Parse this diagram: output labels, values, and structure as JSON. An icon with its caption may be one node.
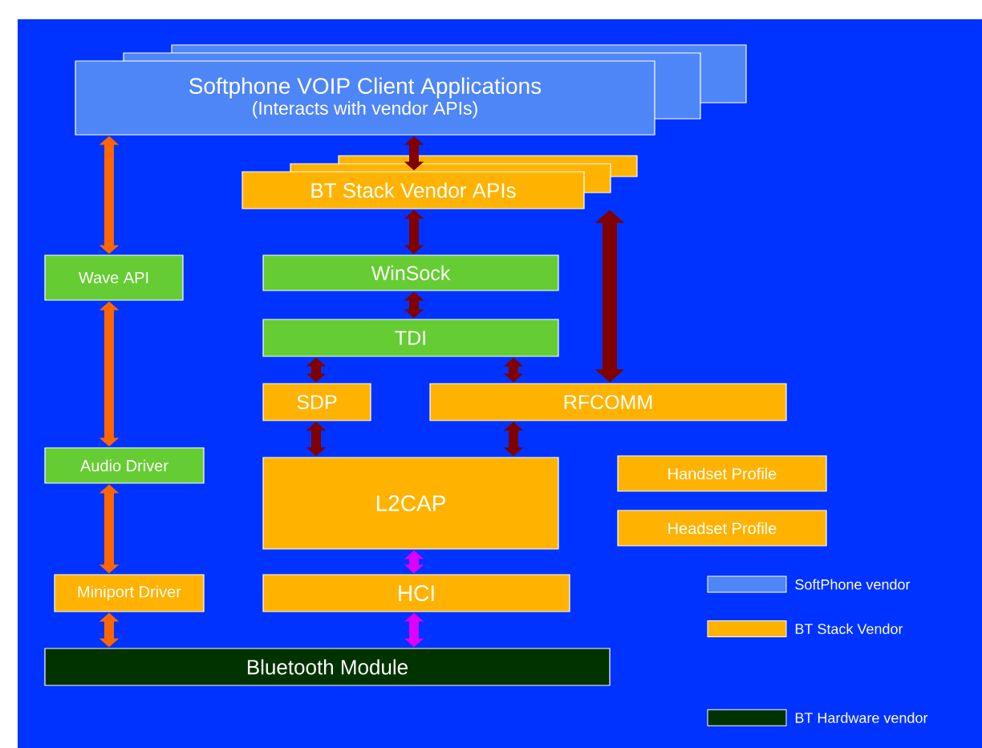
{
  "diagram": {
    "nodes": [
      {
        "text": [
          "Softphone VOIP Client Applications",
          "(Interacts with vendor APIs)"
        ]
      },
      {
        "text": [
          "BT Stack Vendor APIs"
        ]
      },
      {
        "text": [
          "Wave API"
        ]
      },
      {
        "text": [
          "WinSock"
        ]
      },
      {
        "text": [
          "TDI"
        ]
      },
      {
        "text": [
          "SDP"
        ]
      },
      {
        "text": [
          "RFCOMM"
        ]
      },
      {
        "text": [
          "Audio Driver"
        ]
      },
      {
        "text": [
          "L2CAP"
        ]
      },
      {
        "text": [
          "Handset Profile"
        ]
      },
      {
        "text": [
          "Headset Profile"
        ]
      },
      {
        "text": [
          "Miniport Driver"
        ]
      },
      {
        "text": [
          "HCI"
        ]
      },
      {
        "text": [
          "Bluetooth Module"
        ]
      }
    ],
    "edges": [
      {
        "from": 0,
        "to": 2,
        "arrow": "both",
        "color": "#ff6600"
      },
      {
        "from": 0,
        "to": 1,
        "arrow": "both"
      },
      {
        "from": 1,
        "to": 3,
        "arrow": "both"
      },
      {
        "from": 3,
        "to": 4,
        "arrow": "both"
      },
      {
        "from": 1,
        "to": 6,
        "arrow": "both"
      },
      {
        "from": 4,
        "to": 5,
        "arrow": "both"
      },
      {
        "from": 4,
        "to": 6,
        "arrow": "both"
      },
      {
        "from": 2,
        "to": 7,
        "arrow": "both",
        "color": "#ff6600"
      },
      {
        "from": 5,
        "to": 8,
        "arrow": "both"
      },
      {
        "from": 6,
        "to": 8,
        "arrow": "both"
      },
      {
        "from": 7,
        "to": 11,
        "arrow": "both",
        "color": "#ff6600"
      },
      {
        "from": 8,
        "to": 12,
        "arrow": "both",
        "color": "#dd00ff"
      },
      {
        "from": 11,
        "to": 13,
        "arrow": "both",
        "color": "#ff6600"
      },
      {
        "from": 12,
        "to": 13,
        "arrow": "both",
        "color": "#dd00ff"
      }
    ],
    "legend": [
      {
        "text": "SoftPhone vendor",
        "color": "#4f86f7"
      },
      {
        "text": "BT Stack Vendor",
        "color": "#ffb300"
      },
      {
        "text": "BT Hardware vendor",
        "color": "#003300"
      }
    ]
  }
}
